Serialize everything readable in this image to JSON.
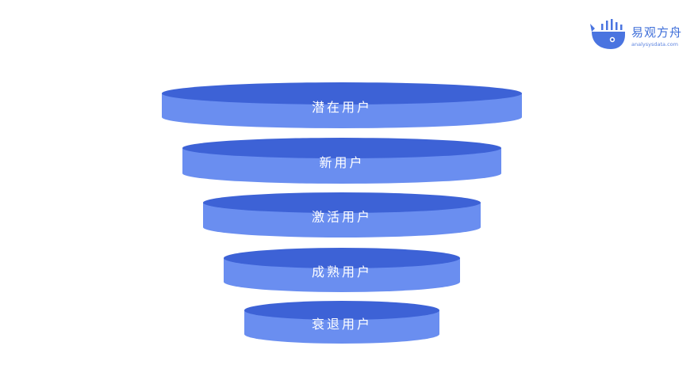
{
  "brand": {
    "name": "易观方舟",
    "domain": "analysysdata.com",
    "color": "#3f6fd9"
  },
  "funnel": {
    "stages": [
      {
        "label": "潜在用户",
        "order": 1
      },
      {
        "label": "新用户",
        "order": 2
      },
      {
        "label": "激活用户",
        "order": 3
      },
      {
        "label": "成熟用户",
        "order": 4
      },
      {
        "label": "衰退用户",
        "order": 5
      }
    ],
    "colors": {
      "top_face": "#3d62d6",
      "side_face": "#6a8ef0",
      "label": "#ffffff"
    }
  }
}
